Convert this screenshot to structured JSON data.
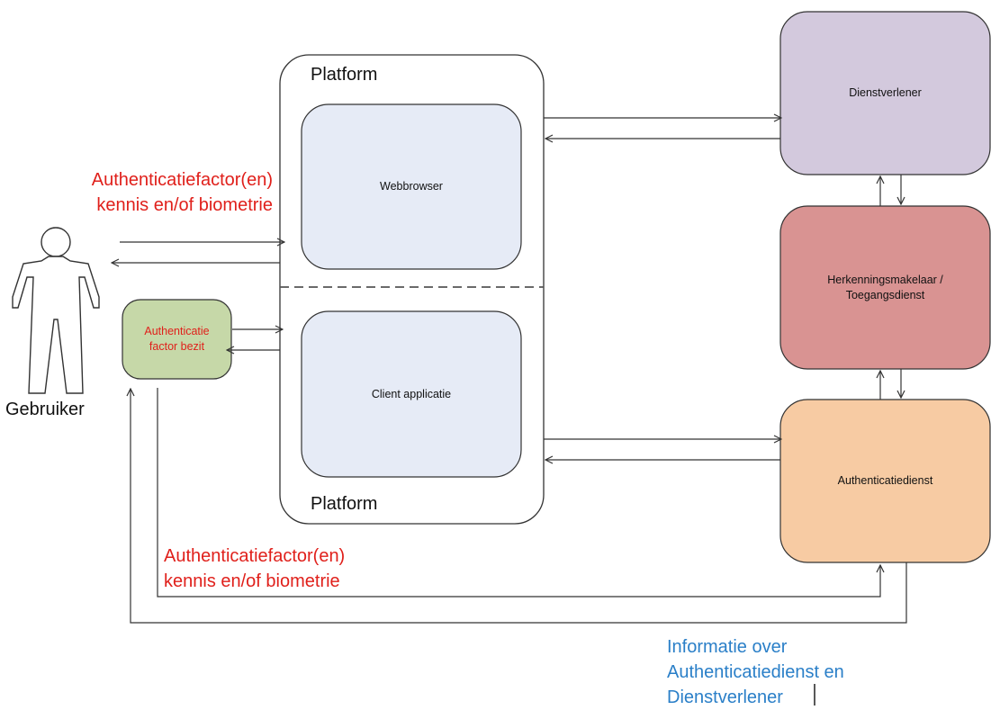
{
  "platform": {
    "title_top": "Platform",
    "title_bottom": "Platform"
  },
  "webbrowser": {
    "label": "Webbrowser"
  },
  "client_app": {
    "label": "Client applicatie"
  },
  "dienstverlener": {
    "label": "Dienstverlener",
    "fill": "#d3c9dd"
  },
  "herkenning": {
    "label_line1": "Herkenningsmakelaar /",
    "label_line2": "Toegangsdienst",
    "fill": "#d99392"
  },
  "authdienst": {
    "label": "Authenticatiedienst",
    "fill": "#f7cba3"
  },
  "bezit": {
    "label_line1": "Authenticatie",
    "label_line2": "factor bezit",
    "fill": "#c6d8a8"
  },
  "user": {
    "label": "Gebruiker"
  },
  "factor_top": {
    "line1": "Authenticatiefactor(en)",
    "line2": "kennis en/of biometrie"
  },
  "factor_bottom": {
    "line1": "Authenticatiefactor(en)",
    "line2": "kennis en/of biometrie"
  },
  "info": {
    "line1": "Informatie over",
    "line2": "Authenticatiedienst en",
    "line3": "Dienstverlener"
  },
  "colors": {
    "red": "#e0201b",
    "blue": "#2a7fc8",
    "inner_box": "#e6ebf6"
  }
}
